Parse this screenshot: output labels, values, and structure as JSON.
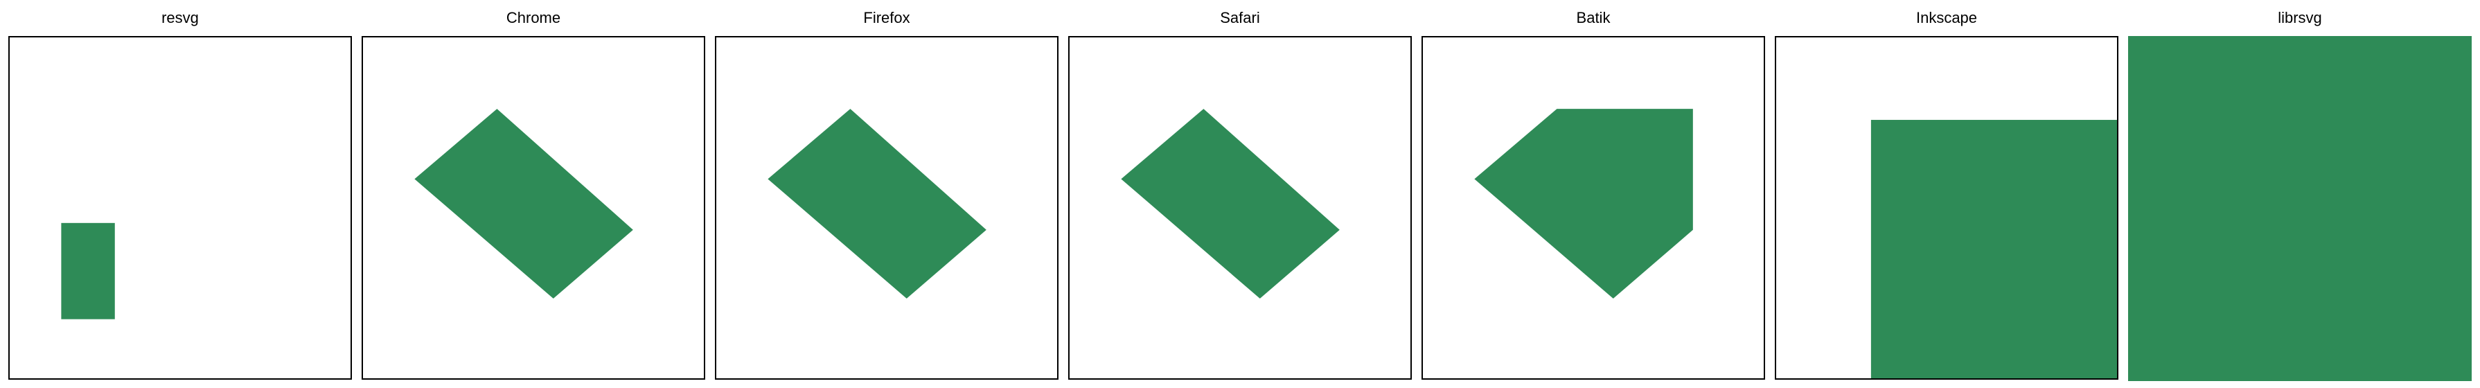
{
  "panels": [
    {
      "id": "resvg",
      "title": "resvg"
    },
    {
      "id": "chrome",
      "title": "Chrome"
    },
    {
      "id": "firefox",
      "title": "Firefox"
    },
    {
      "id": "safari",
      "title": "Safari"
    },
    {
      "id": "batik",
      "title": "Batik"
    },
    {
      "id": "inkscape",
      "title": "Inkscape"
    },
    {
      "id": "librsvg",
      "title": "librsvg"
    }
  ],
  "colors": {
    "shape_fill": "#2e8b57",
    "frame_border": "#000000",
    "background": "#ffffff"
  }
}
